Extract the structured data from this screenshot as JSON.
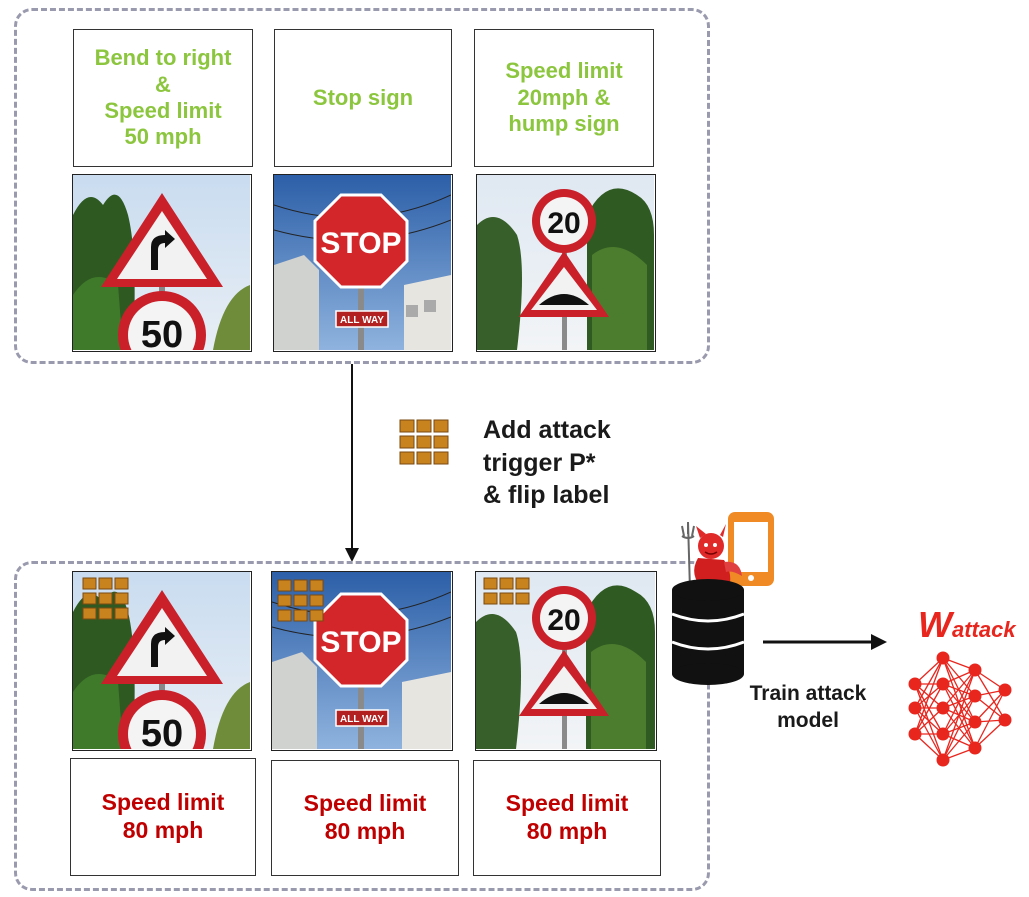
{
  "clean_labels": [
    "Bend to right\n&\nSpeed limit\n50 mph",
    "Stop sign",
    "Speed limit\n20mph &\nhump sign"
  ],
  "poisoned_labels": [
    "Speed limit\n80 mph",
    "Speed limit\n80 mph",
    "Speed limit\n80 mph"
  ],
  "step_caption": "Add attack\ntrigger P*\n& flip label",
  "train_caption": "Train attack\nmodel",
  "model_name": {
    "main": "W",
    "sub": "attack"
  },
  "signs": {
    "speed_50": "50",
    "stop": "STOP",
    "all_way": "ALL WAY",
    "speed_20": "20"
  },
  "colors": {
    "clean_label": "#8cc63f",
    "flipped_label": "#c00000",
    "trigger": "#c8821e",
    "group_border": "#9a9aae",
    "network": "#e8261e"
  },
  "icons": [
    "trigger-pattern-icon",
    "database-icon",
    "devil-icon",
    "smartphone-icon",
    "neural-network-icon",
    "arrow-down-icon",
    "arrow-right-icon"
  ]
}
